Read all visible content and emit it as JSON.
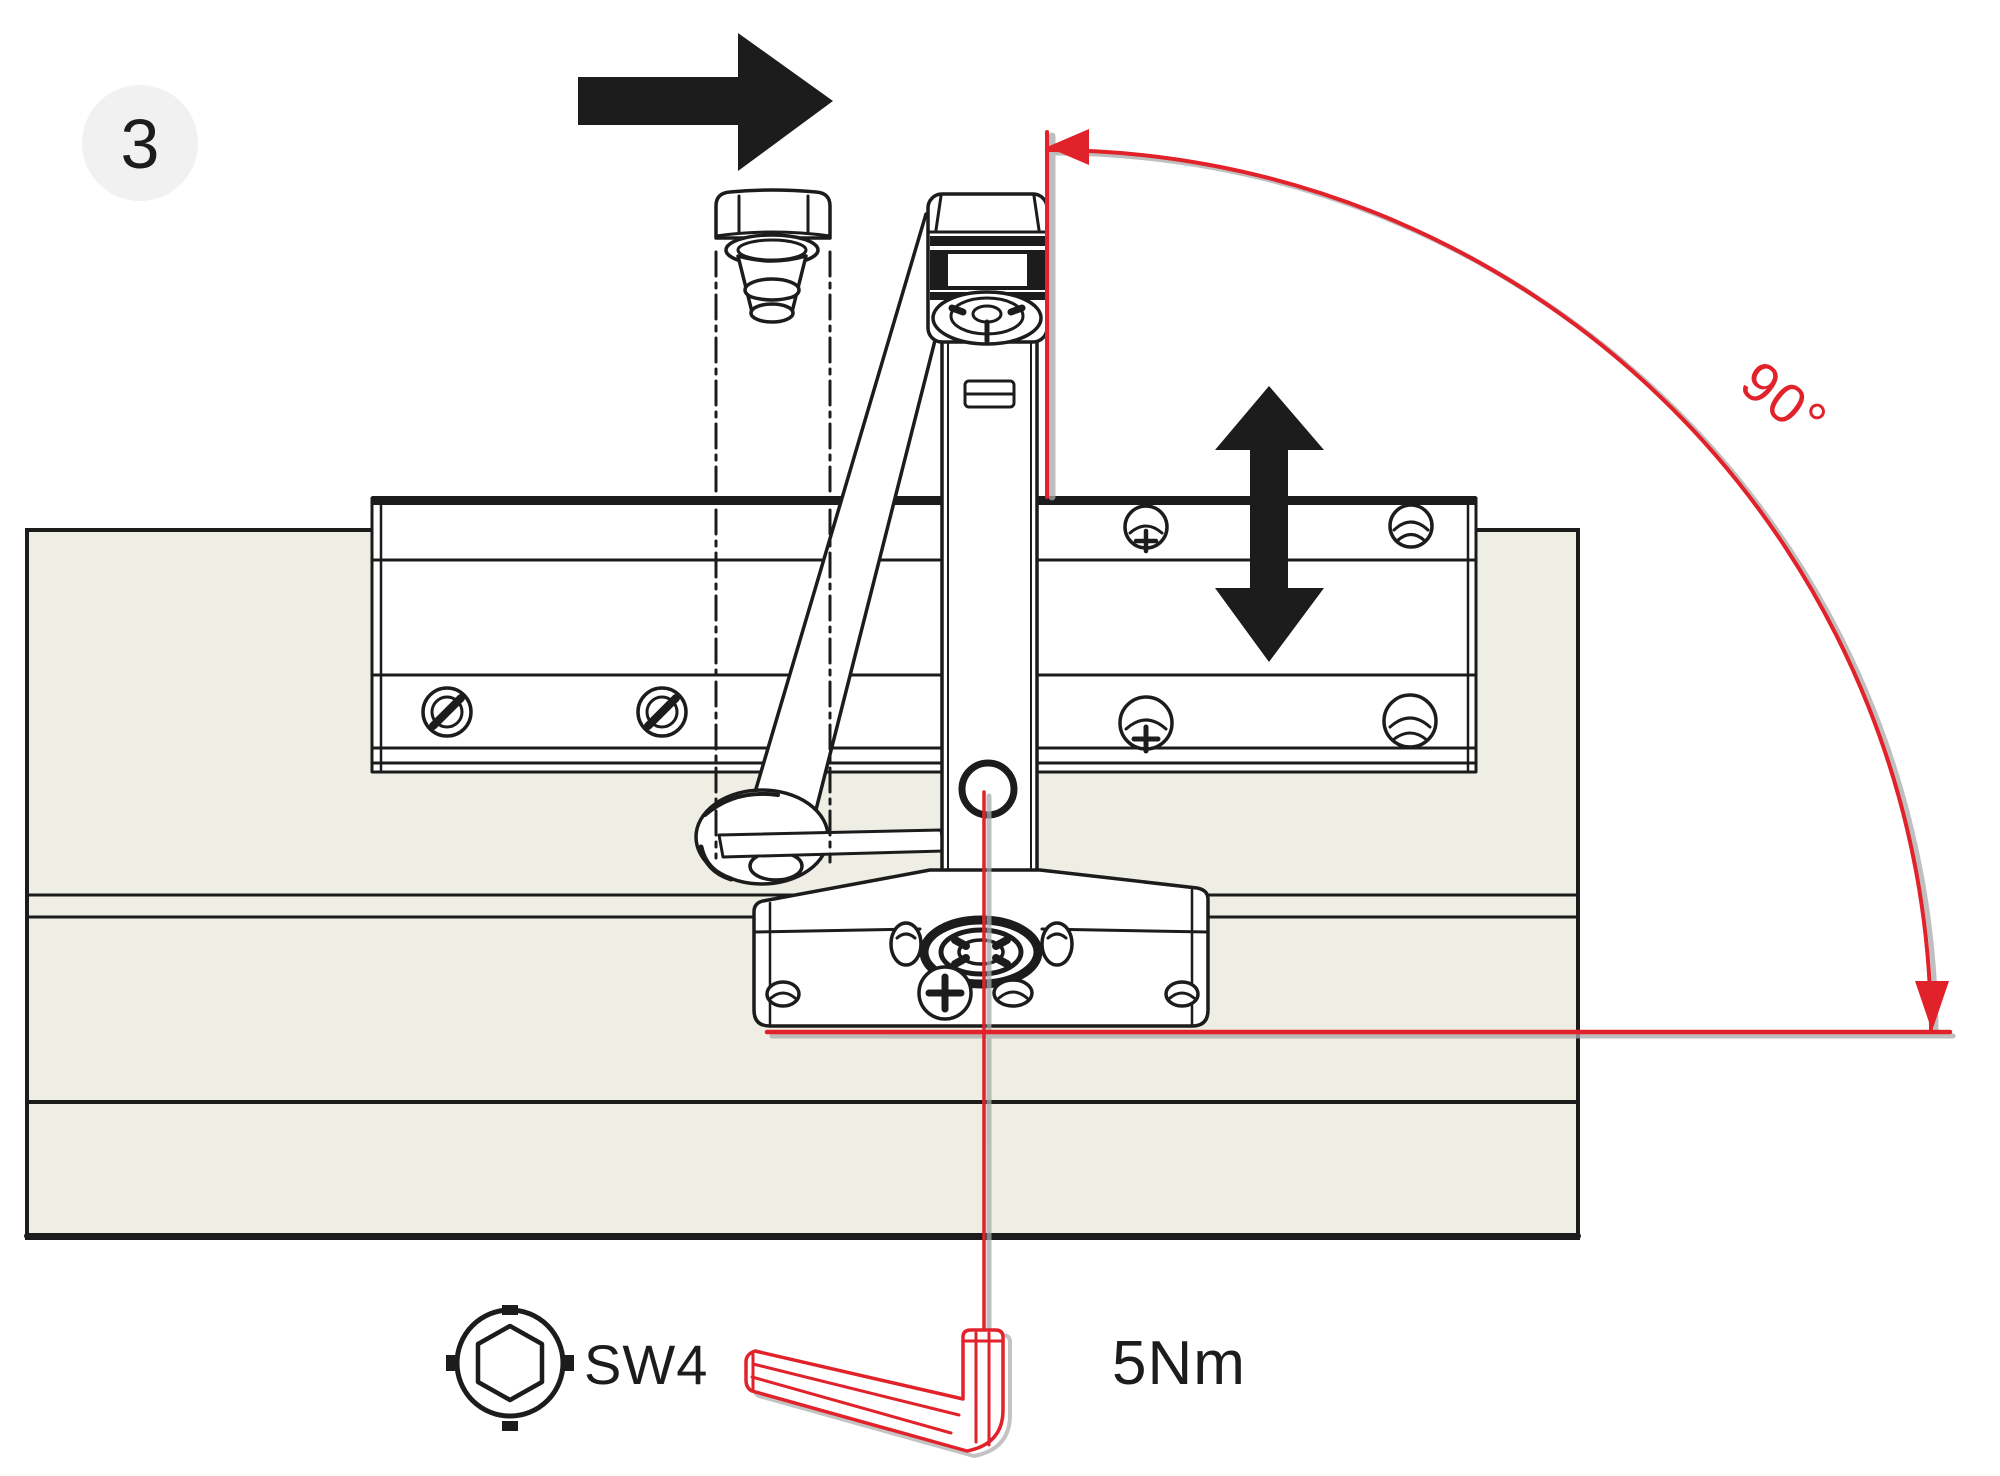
{
  "colors": {
    "accent_red": "#e2222a",
    "line_black": "#1c1c1c",
    "panel_beige": "#efeee4",
    "badge_bg": "#f1f1f1",
    "shadow_gray": "#a9a9a9"
  },
  "step_badge": {
    "number": "3"
  },
  "annotations": {
    "angle_label": "90°",
    "tool_size_label": "SW4",
    "torque_value_label": "5Nm"
  },
  "icons": {
    "push_direction": "right-arrow-icon",
    "height_adjustment": "up-down-arrow-icon",
    "rotation_direction": "90-degree-arc-arrow-icon",
    "tool_socket": "hex-socket-icon",
    "tool": "allen-key-icon"
  }
}
